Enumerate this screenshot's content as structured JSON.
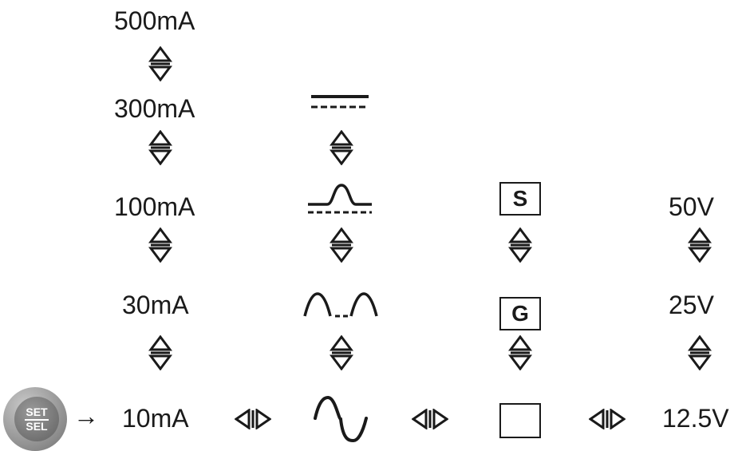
{
  "button": {
    "top": "SET",
    "bottom": "SEL"
  },
  "arrow": "→",
  "columns": {
    "current": [
      "500mA",
      "300mA",
      "100mA",
      "30mA",
      "10mA"
    ],
    "voltage": [
      "50V",
      "25V",
      "12.5V"
    ]
  },
  "boxes": {
    "s": "S",
    "g": "G",
    "blank": ""
  },
  "icons": {
    "waveforms": [
      "dc-waveform-icon",
      "pulsed-dc-waveform-icon",
      "half-wave-waveform-icon",
      "ac-sine-waveform-icon"
    ],
    "updown": "up-down-arrows-icon",
    "leftright": "left-right-arrows-icon"
  }
}
